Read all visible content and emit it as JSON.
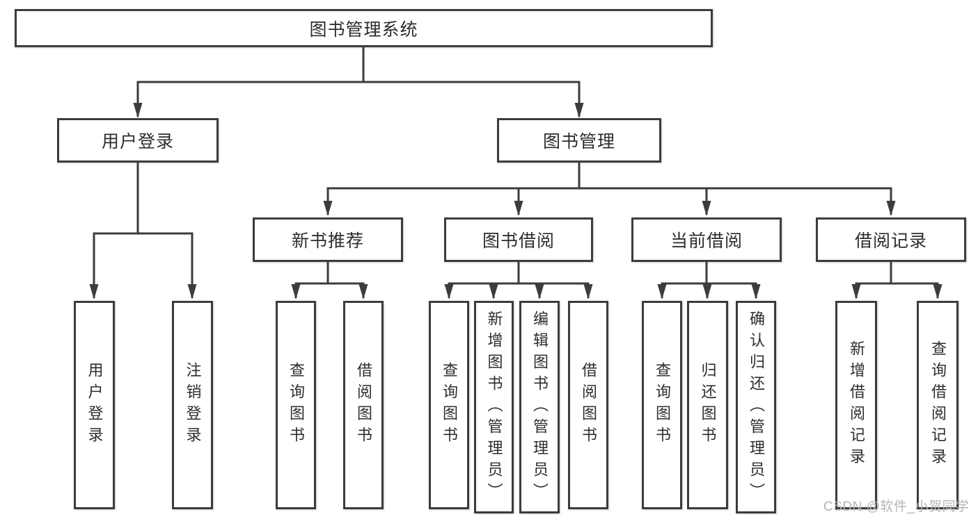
{
  "diagram": {
    "type": "tree",
    "root": {
      "label": "图书管理系统"
    },
    "level2": [
      {
        "label": "用户登录"
      },
      {
        "label": "图书管理"
      }
    ],
    "level3": [
      {
        "label": "新书推荐"
      },
      {
        "label": "图书借阅"
      },
      {
        "label": "当前借阅"
      },
      {
        "label": "借阅记录"
      }
    ],
    "leaves": {
      "user_login": [
        "用户登录",
        "注销登录"
      ],
      "new_book": [
        "查询图书",
        "借阅图书"
      ],
      "borrow": [
        "查询图书",
        "新增图书（管理员）",
        "编辑图书（管理员）",
        "借阅图书"
      ],
      "current": [
        "查询图书",
        "归还图书",
        "确认归还（管理员）"
      ],
      "records": [
        "新增借阅记录",
        "查询借阅记录"
      ]
    }
  },
  "watermark": {
    "text": "CSDN @软件_小贺同学"
  },
  "colors": {
    "line": "#3c3c3c",
    "box_border": "#3c3c3c",
    "box_fill": "#ffffff",
    "text": "#2d2d2d",
    "watermark": "#b5b5b5",
    "background": "#ffffff"
  }
}
